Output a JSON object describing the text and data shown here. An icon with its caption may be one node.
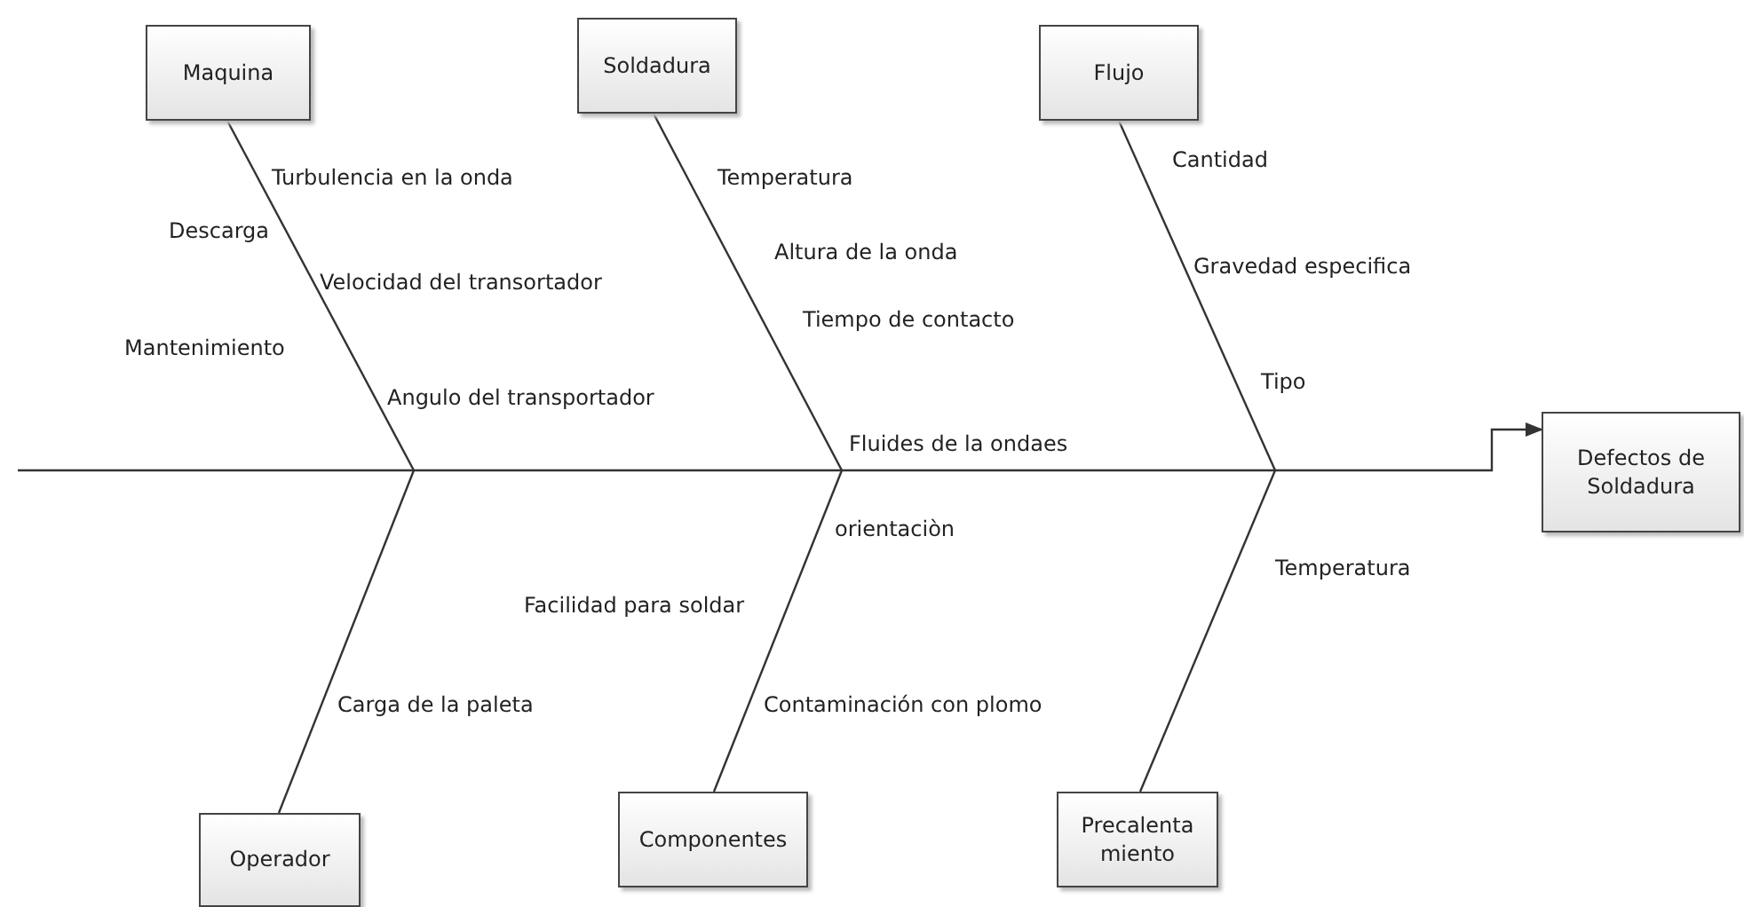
{
  "diagram": {
    "nodes": [
      {
        "text": [
          "Maquina"
        ]
      },
      {
        "text": [
          "Soldadura"
        ]
      },
      {
        "text": [
          "Flujo"
        ]
      },
      {
        "text": [
          "Defectos de Soldadura"
        ]
      },
      {
        "text": [
          "Operador"
        ]
      },
      {
        "text": [
          "Componentes"
        ]
      },
      {
        "text": [
          "Precalenta miento"
        ]
      }
    ],
    "edges": [
      {
        "from": null,
        "to": 3,
        "arrow": "to"
      },
      {
        "from": 0,
        "to": null,
        "arrow": "none"
      },
      {
        "from": 1,
        "to": null,
        "arrow": "none"
      },
      {
        "from": 2,
        "to": null,
        "arrow": "none"
      },
      {
        "from": 4,
        "to": null,
        "arrow": "none"
      },
      {
        "from": 5,
        "to": null,
        "arrow": "none"
      },
      {
        "from": 6,
        "to": null,
        "arrow": "none"
      }
    ],
    "labels": [
      "Turbulencia en la onda",
      "Descarga",
      "Velocidad del transortador",
      "Mantenimiento",
      "Angulo del transportador",
      "Temperatura",
      "Altura de la onda",
      "Tiempo de contacto",
      "Fluides de la ondaes",
      "Cantidad",
      "Gravedad especifica",
      "Tipo",
      "orientaciòn",
      "Facilidad para soldar",
      "Carga de la paleta",
      "Contaminación con plomo",
      "Temperatura"
    ]
  }
}
